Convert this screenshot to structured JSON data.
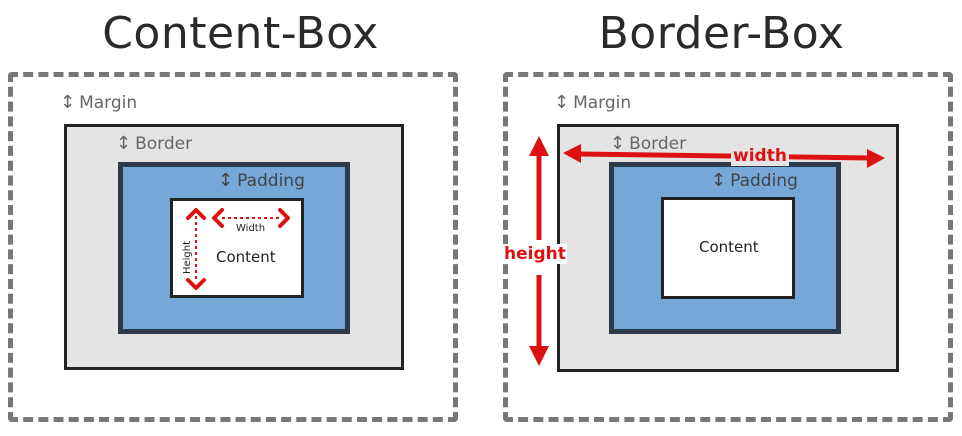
{
  "content_box": {
    "title": "Content-Box",
    "margin_label": "Margin",
    "border_label": "Border",
    "padding_label": "Padding",
    "content_label": "Content",
    "width_label": "Width",
    "height_label": "Height",
    "arrow_glyph": "↕"
  },
  "border_box": {
    "title": "Border-Box",
    "margin_label": "Margin",
    "border_label": "Border",
    "padding_label": "Padding",
    "content_label": "Content",
    "width_label": "width",
    "height_label": "height",
    "arrow_glyph": "↕"
  },
  "colors": {
    "margin_border": "#777777",
    "border_fill": "#e4e4e4",
    "padding_fill": "#75a8d8",
    "dimension_red": "#dd1111"
  }
}
